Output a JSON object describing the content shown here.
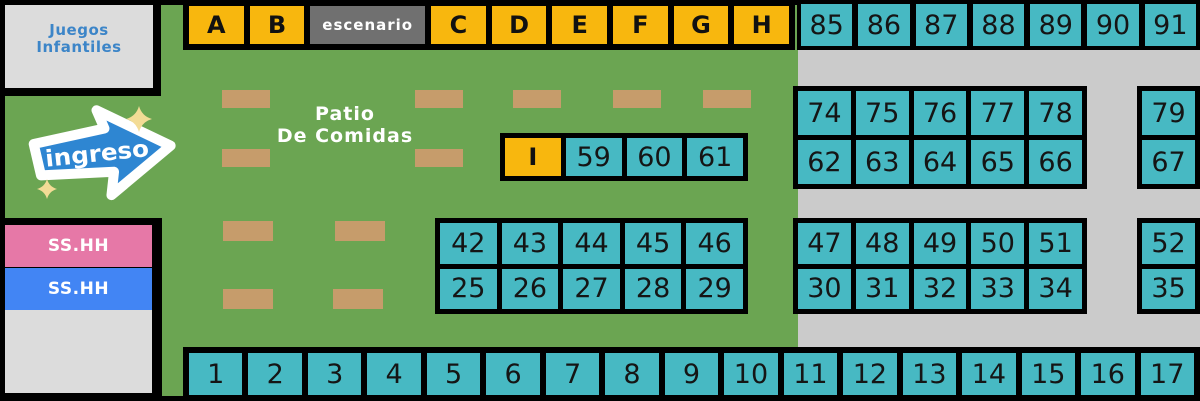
{
  "colors": {
    "green": "#6ba552",
    "walkway_gray": "#cbcbcb",
    "box_gray": "#dcdcdc",
    "stage_gray": "#707070",
    "stall_yellow": "#f8b70e",
    "stall_teal": "#47b9c3",
    "table_tan": "#c69c6b",
    "pink": "#e678a7",
    "blue": "#4285f4",
    "title_blue": "#3c85c8",
    "arrow_blue": "#2e86d2",
    "sparkle_yellow": "#f3dc96"
  },
  "playground": {
    "line1": "Juegos",
    "line2": "Infantiles"
  },
  "entrance": {
    "label": "ingreso"
  },
  "restrooms": {
    "pink_label": "SS.HH",
    "blue_label": "SS.HH"
  },
  "food_court": {
    "line1": "Patio",
    "line2": "De Comidas"
  },
  "stage": {
    "label": "escenario"
  },
  "letter_stalls": {
    "left": [
      "A",
      "B"
    ],
    "right": [
      "C",
      "D",
      "E",
      "F",
      "G",
      "H"
    ]
  },
  "stall_rows": {
    "top_right": [
      "85",
      "86",
      "87",
      "88",
      "89",
      "90",
      "91"
    ],
    "mid_right_upper": [
      [
        "74",
        "75",
        "76",
        "77",
        "78"
      ],
      [
        "62",
        "63",
        "64",
        "65",
        "66"
      ]
    ],
    "mid_right_upper_end": [
      "79",
      "67"
    ],
    "center": [
      "I",
      "59",
      "60",
      "61"
    ],
    "center_lower": [
      [
        "42",
        "43",
        "44",
        "45",
        "46"
      ],
      [
        "25",
        "26",
        "27",
        "28",
        "29"
      ]
    ],
    "mid_right_lower": [
      [
        "47",
        "48",
        "49",
        "50",
        "51"
      ],
      [
        "30",
        "31",
        "32",
        "33",
        "34"
      ]
    ],
    "mid_right_lower_end": [
      "52",
      "35"
    ],
    "bottom": [
      "1",
      "2",
      "3",
      "4",
      "5",
      "6",
      "7",
      "8",
      "9",
      "10",
      "11",
      "12",
      "13",
      "14",
      "15",
      "16",
      "17"
    ]
  }
}
